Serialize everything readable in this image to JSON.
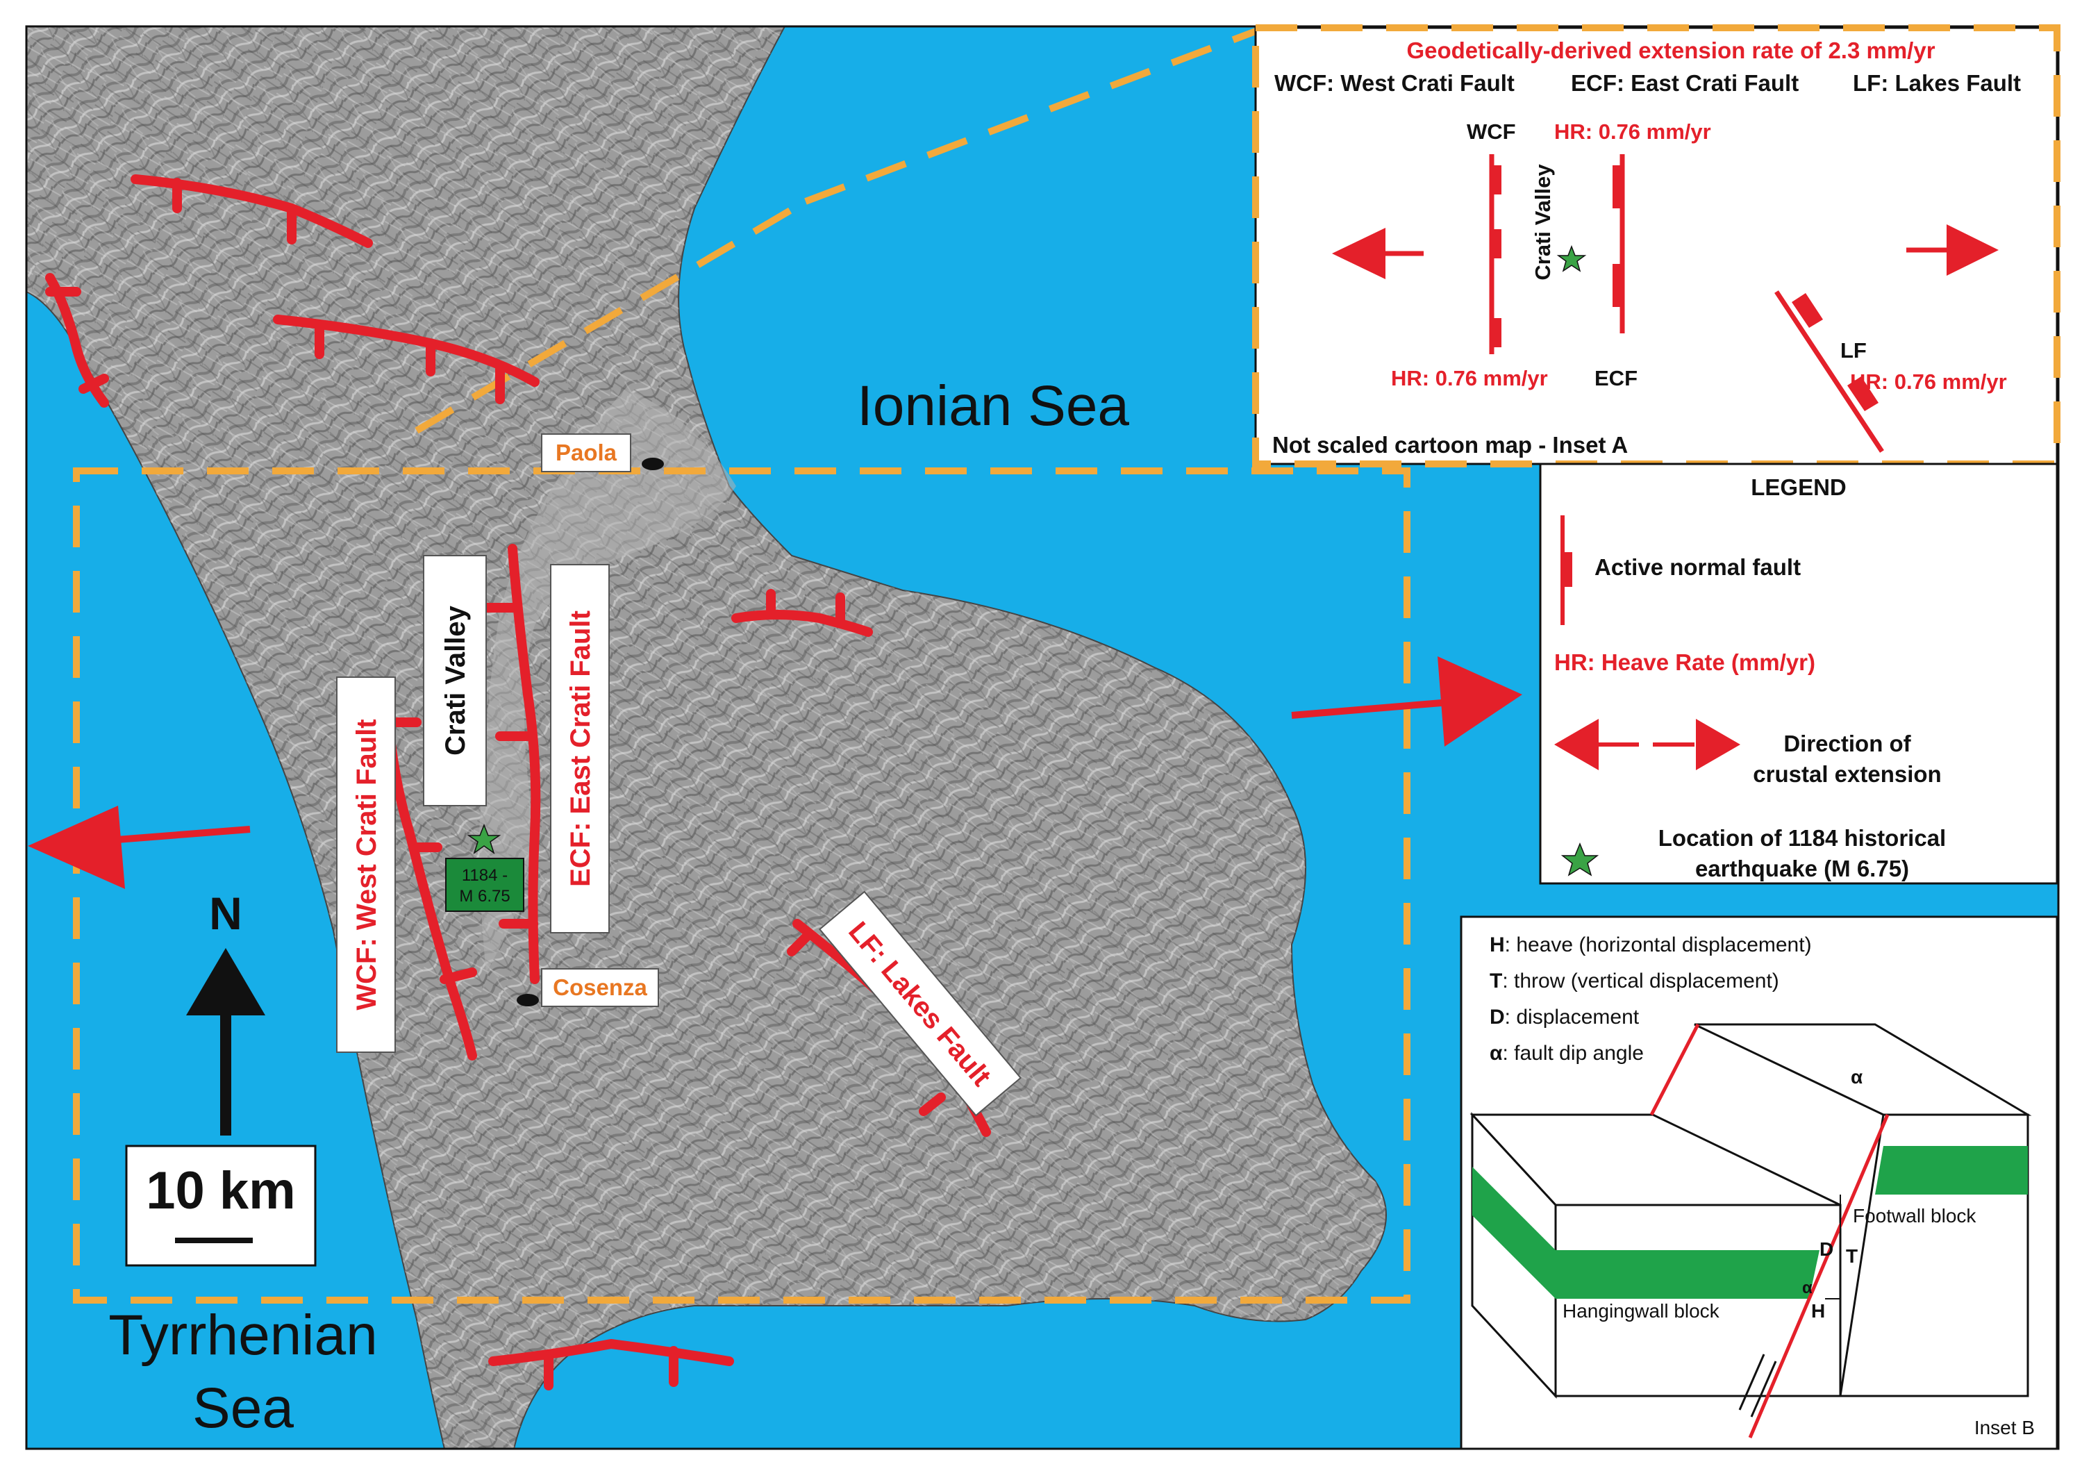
{
  "colors": {
    "sea": "#17aee8",
    "land": "#9c9c9c",
    "fault": "#e4202a",
    "box_dash": "#f2a93b",
    "star": "#3aa345",
    "green_layer": "#1fa34a",
    "label_orange": "#e87722"
  },
  "map": {
    "sea_labels": {
      "ionian": "Ionian Sea",
      "tyrrhenian_1": "Tyrrhenian",
      "tyrrhenian_2": "Sea"
    },
    "towns": {
      "paola": "Paola",
      "cosenza": "Cosenza"
    },
    "faults": {
      "crati_valley": "Crati Valley",
      "wcf": "WCF: West Crati Fault",
      "ecf": "ECF: East Crati Fault",
      "lf": "LF: Lakes Fault"
    },
    "quake_label": {
      "line1": "1184 -",
      "line2": "M 6.75"
    },
    "north": "N",
    "scale": "10 km"
  },
  "inset_a": {
    "title": "Geodetically-derived extension rate of 2.3 mm/yr",
    "abbrev_wcf": "WCF: West Crati Fault",
    "abbrev_ecf": "ECF: East Crati Fault",
    "abbrev_lf": "LF: Lakes Fault",
    "wcf": "WCF",
    "ecf": "ECF",
    "lf": "LF",
    "hr_top": "HR: 0.76 mm/yr",
    "hr_left": "HR: 0.76 mm/yr",
    "hr_right": "HR: 0.76 mm/yr",
    "valley": "Crati Valley",
    "footer": "Not scaled cartoon map - Inset A"
  },
  "legend": {
    "title": "LEGEND",
    "fault": "Active normal fault",
    "hr": "HR: Heave Rate (mm/yr)",
    "direction_1": "Direction of",
    "direction_2": "crustal extension",
    "quake_1": "Location of 1184 historical",
    "quake_2": "earthquake (M 6.75)"
  },
  "inset_b": {
    "h_key": "H",
    "h_text": ": heave (horizontal displacement)",
    "t_key": "T",
    "t_text": ": throw (vertical displacement)",
    "d_key": "D",
    "d_text": ": displacement",
    "a_key": "α",
    "a_text": ": fault dip angle",
    "footwall": "Footwall block",
    "hangingwall": "Hangingwall block",
    "alpha": "α",
    "d": "D",
    "t": "T",
    "h": "H",
    "label": "Inset B"
  }
}
